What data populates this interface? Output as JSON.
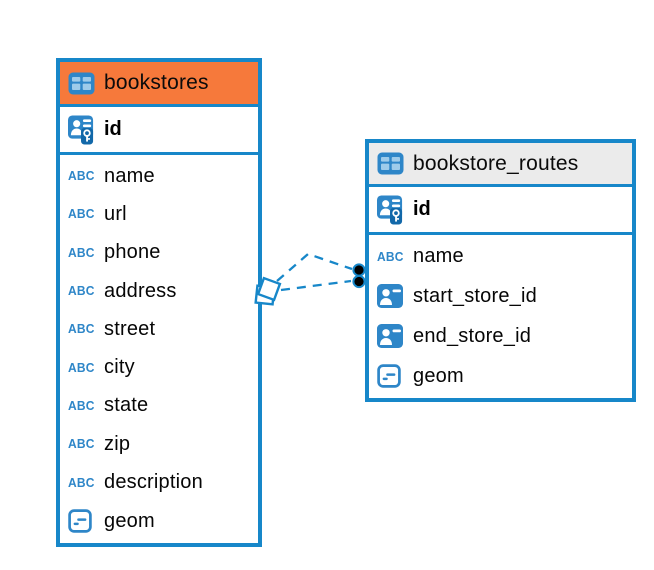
{
  "canvas": {
    "background": "#ffffff",
    "accent": "#1787C9",
    "icon_blue": "#2E86C8"
  },
  "icons": {
    "text_type_label": "ABC"
  },
  "tables": [
    {
      "name": "bookstores",
      "header_bg": "#F6793B",
      "pk": {
        "name": "id"
      },
      "columns": [
        {
          "name": "name",
          "type": "text"
        },
        {
          "name": "url",
          "type": "text"
        },
        {
          "name": "phone",
          "type": "text"
        },
        {
          "name": "address",
          "type": "text"
        },
        {
          "name": "street",
          "type": "text"
        },
        {
          "name": "city",
          "type": "text"
        },
        {
          "name": "state",
          "type": "text"
        },
        {
          "name": "zip",
          "type": "text"
        },
        {
          "name": "description",
          "type": "text"
        },
        {
          "name": "geom",
          "type": "geometry"
        }
      ]
    },
    {
      "name": "bookstore_routes",
      "header_bg": "#EBEBEB",
      "pk": {
        "name": "id"
      },
      "columns": [
        {
          "name": "name",
          "type": "text"
        },
        {
          "name": "start_store_id",
          "type": "reference"
        },
        {
          "name": "end_store_id",
          "type": "reference"
        },
        {
          "name": "geom",
          "type": "geometry"
        }
      ]
    }
  ],
  "relationship": {
    "style": "dashed",
    "color": "#1787C9",
    "link_count": 2
  }
}
